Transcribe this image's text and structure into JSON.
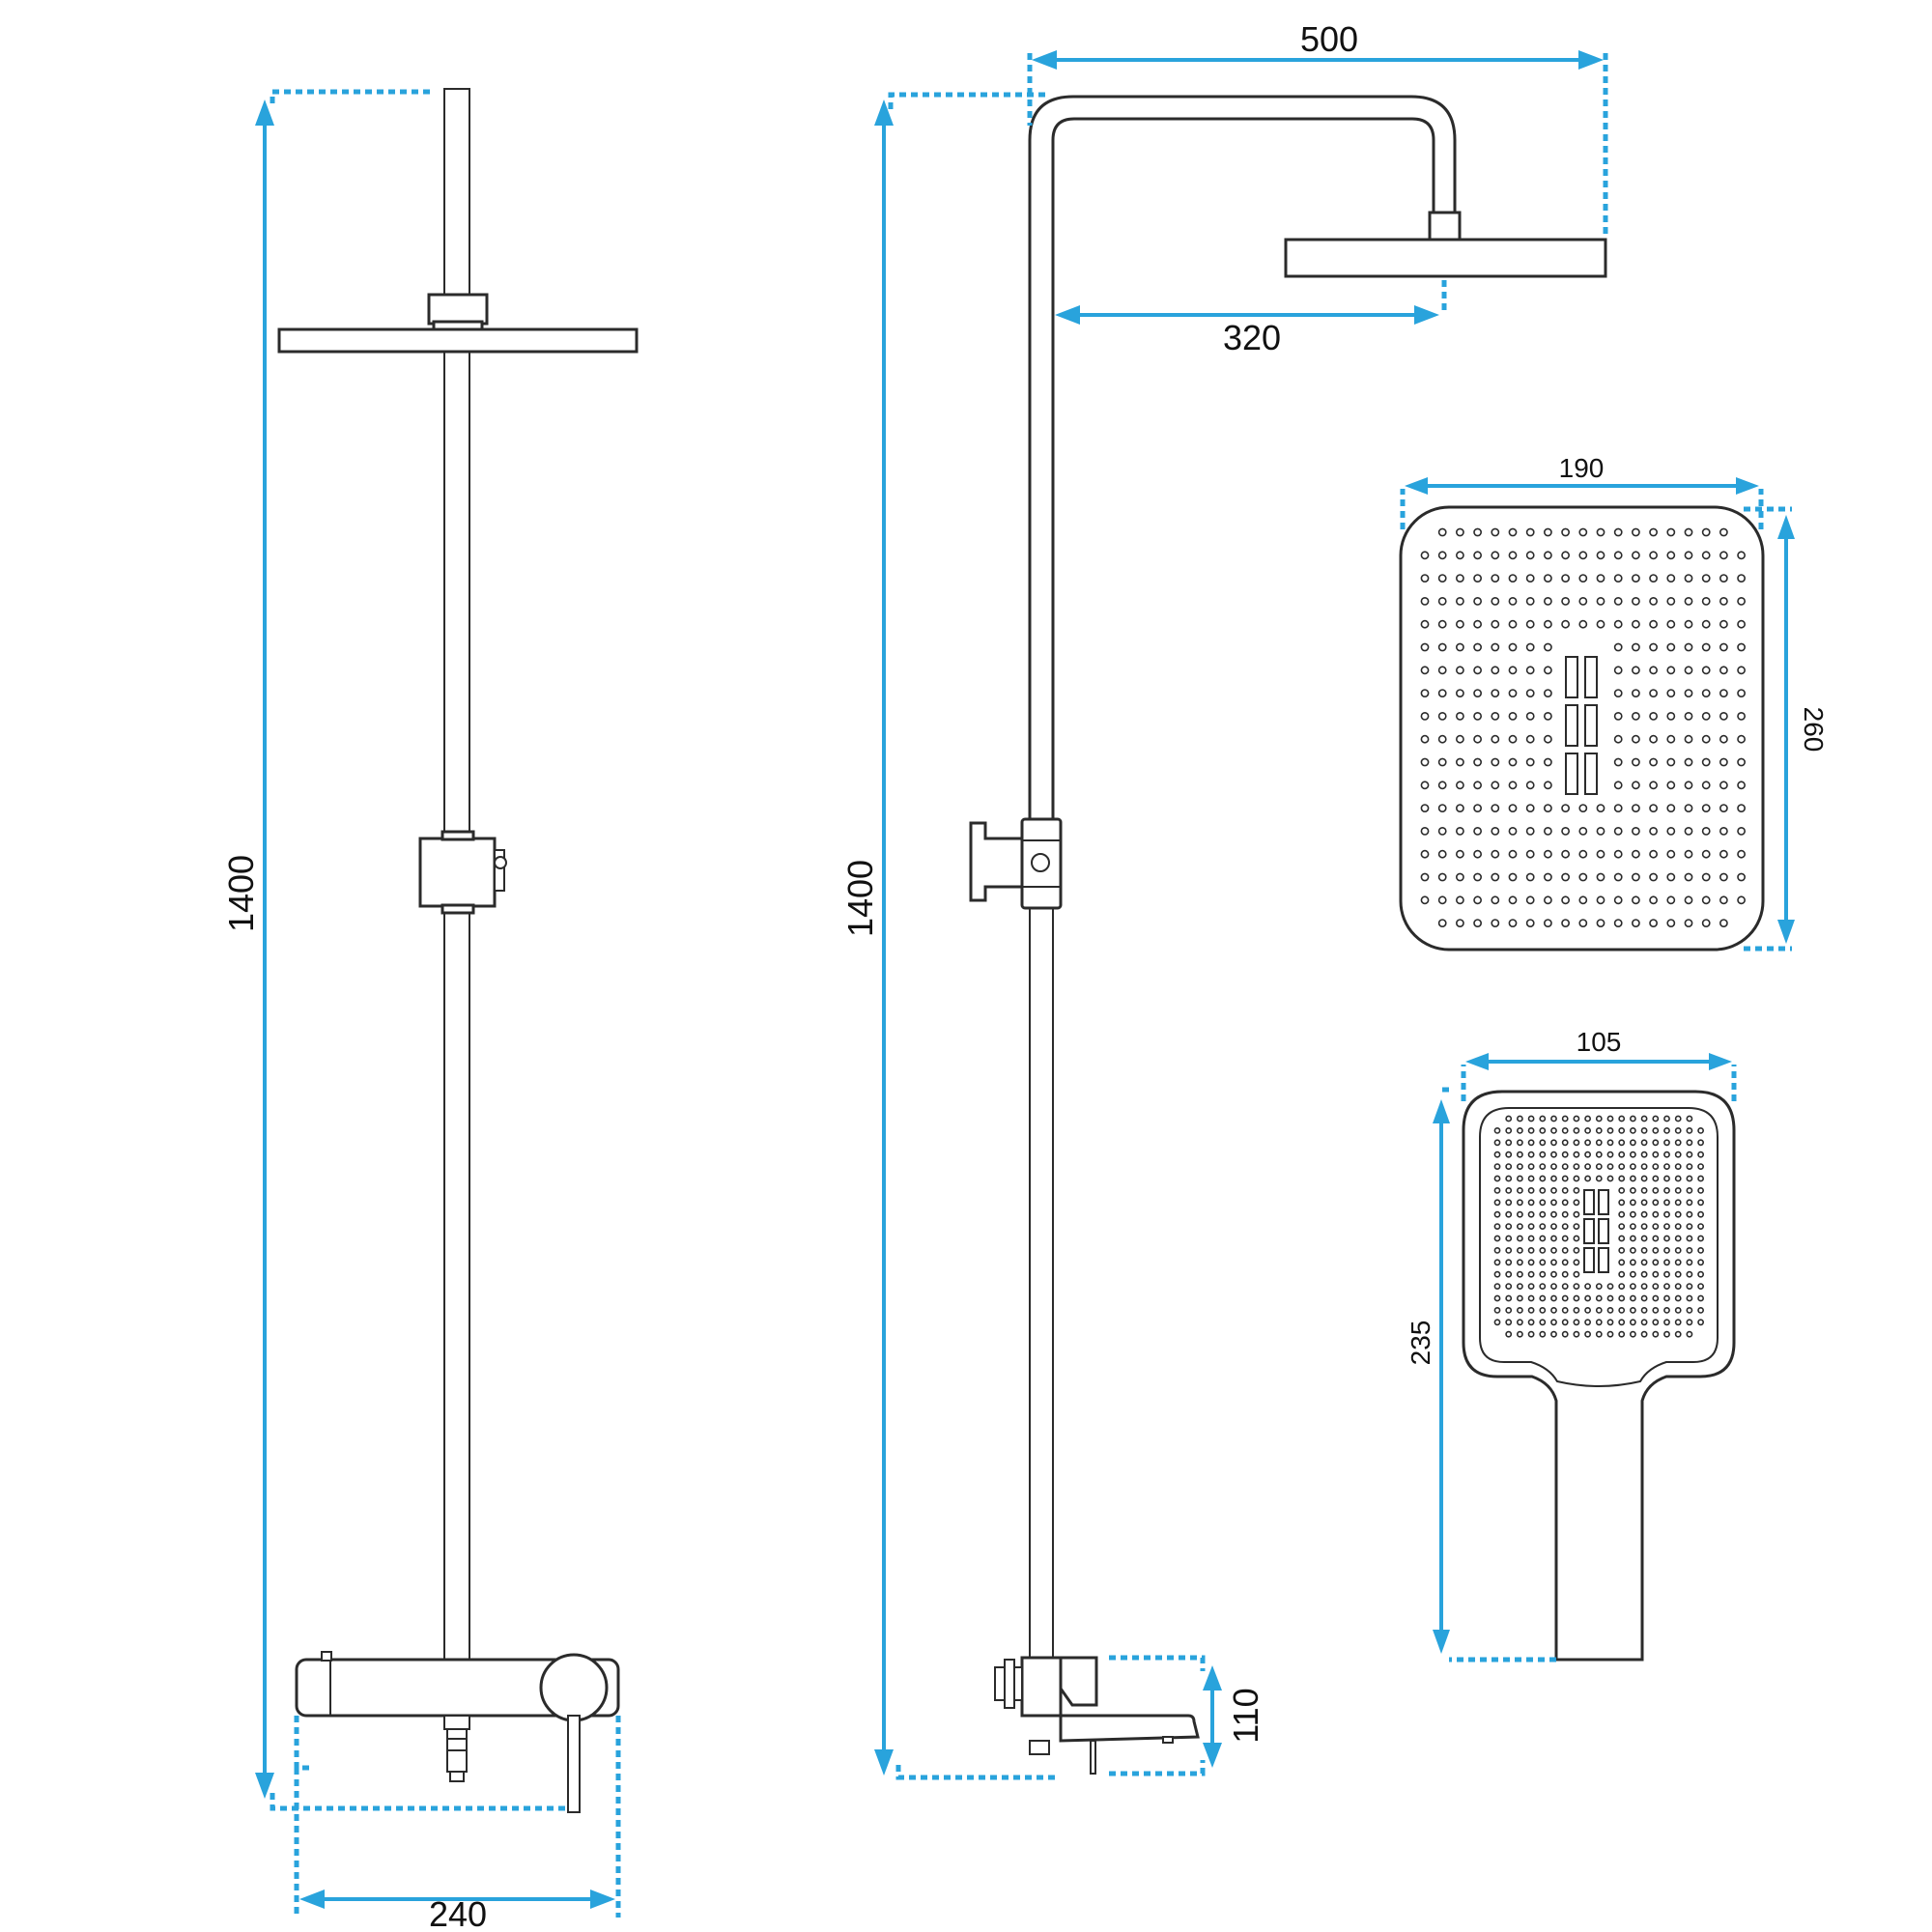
{
  "colors": {
    "dimension_line": "#29a3dc",
    "outline": "#2b2b2b",
    "background": "#ffffff"
  },
  "front_view": {
    "height_label": "1400",
    "width_label": "240"
  },
  "side_view": {
    "height_label": "1400",
    "arm_length_label": "500",
    "head_offset_label": "320",
    "mixer_height_label": "110"
  },
  "rain_shower_head": {
    "width_label": "190",
    "height_label": "260"
  },
  "hand_shower": {
    "width_label": "105",
    "length_label": "235"
  }
}
